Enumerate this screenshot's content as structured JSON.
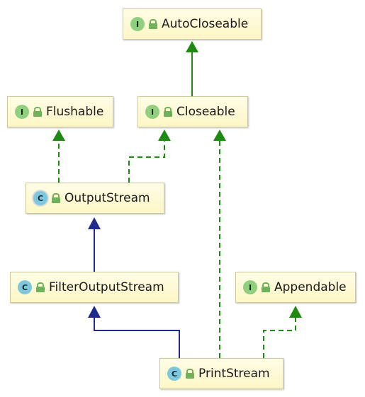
{
  "nodes": {
    "autocloseable": {
      "kind": "I",
      "label": "AutoCloseable"
    },
    "flushable": {
      "kind": "I",
      "label": "Flushable"
    },
    "closeable": {
      "kind": "I",
      "label": "Closeable"
    },
    "outputstream": {
      "kind": "C",
      "label": "OutputStream"
    },
    "filteroutputstream": {
      "kind": "C",
      "label": "FilterOutputStream"
    },
    "appendable": {
      "kind": "I",
      "label": "Appendable"
    },
    "printstream": {
      "kind": "C",
      "label": "PrintStream"
    }
  },
  "colors": {
    "extends": "#1f2a8c",
    "implements": "#1f8a12"
  }
}
